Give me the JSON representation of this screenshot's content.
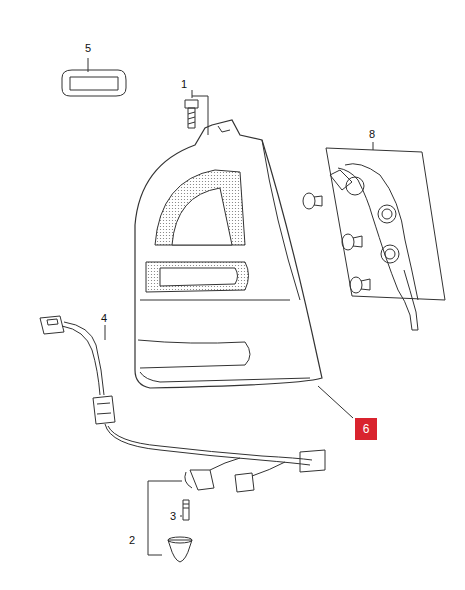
{
  "diagram": {
    "nodes": [
      {
        "text": [
          "6"
        ]
      }
    ],
    "labels": [
      "5",
      "1",
      "8",
      "4",
      "3",
      "2"
    ]
  }
}
